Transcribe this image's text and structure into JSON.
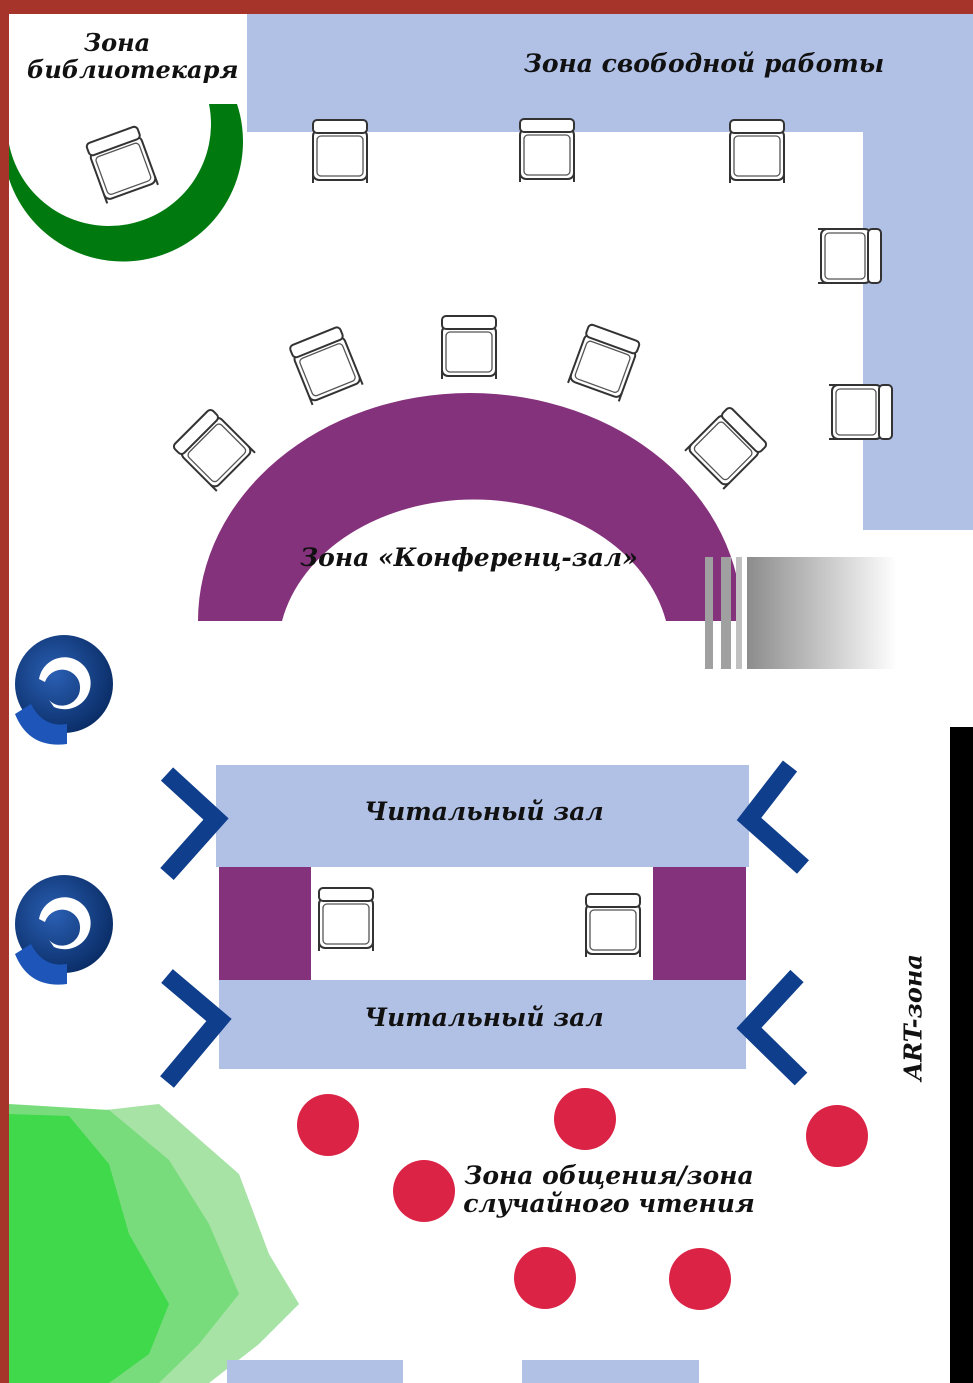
{
  "zones": {
    "librarian": {
      "line1": "Зона",
      "line2": "библиотекаря"
    },
    "free_work": "Зона свободной работы",
    "conference": "Зона «Конференц-зал»",
    "reading_1": "Читальный зал",
    "reading_2": "Читальный зал",
    "social_line1": "Зона общения/зона",
    "social_line2": "случайного чтения",
    "art": "ART-зона"
  },
  "colors": {
    "frame": "#a6342a",
    "free_work_zone": "#b1c1e6",
    "librarian_arc": "#007a0f",
    "conference_arc": "#85327c",
    "reading_table": "#b1c1e6",
    "table_ends": "#85327c",
    "reading_legs": "#0e3e8c",
    "social_seats": "#db2346",
    "swivel_chairs": "#0b3d86",
    "plants": "#3fd94b",
    "art_wall": "#000000"
  },
  "icons": [
    "armchair-icon",
    "swivel-chair-icon",
    "plant-icon",
    "round-seat-icon"
  ]
}
